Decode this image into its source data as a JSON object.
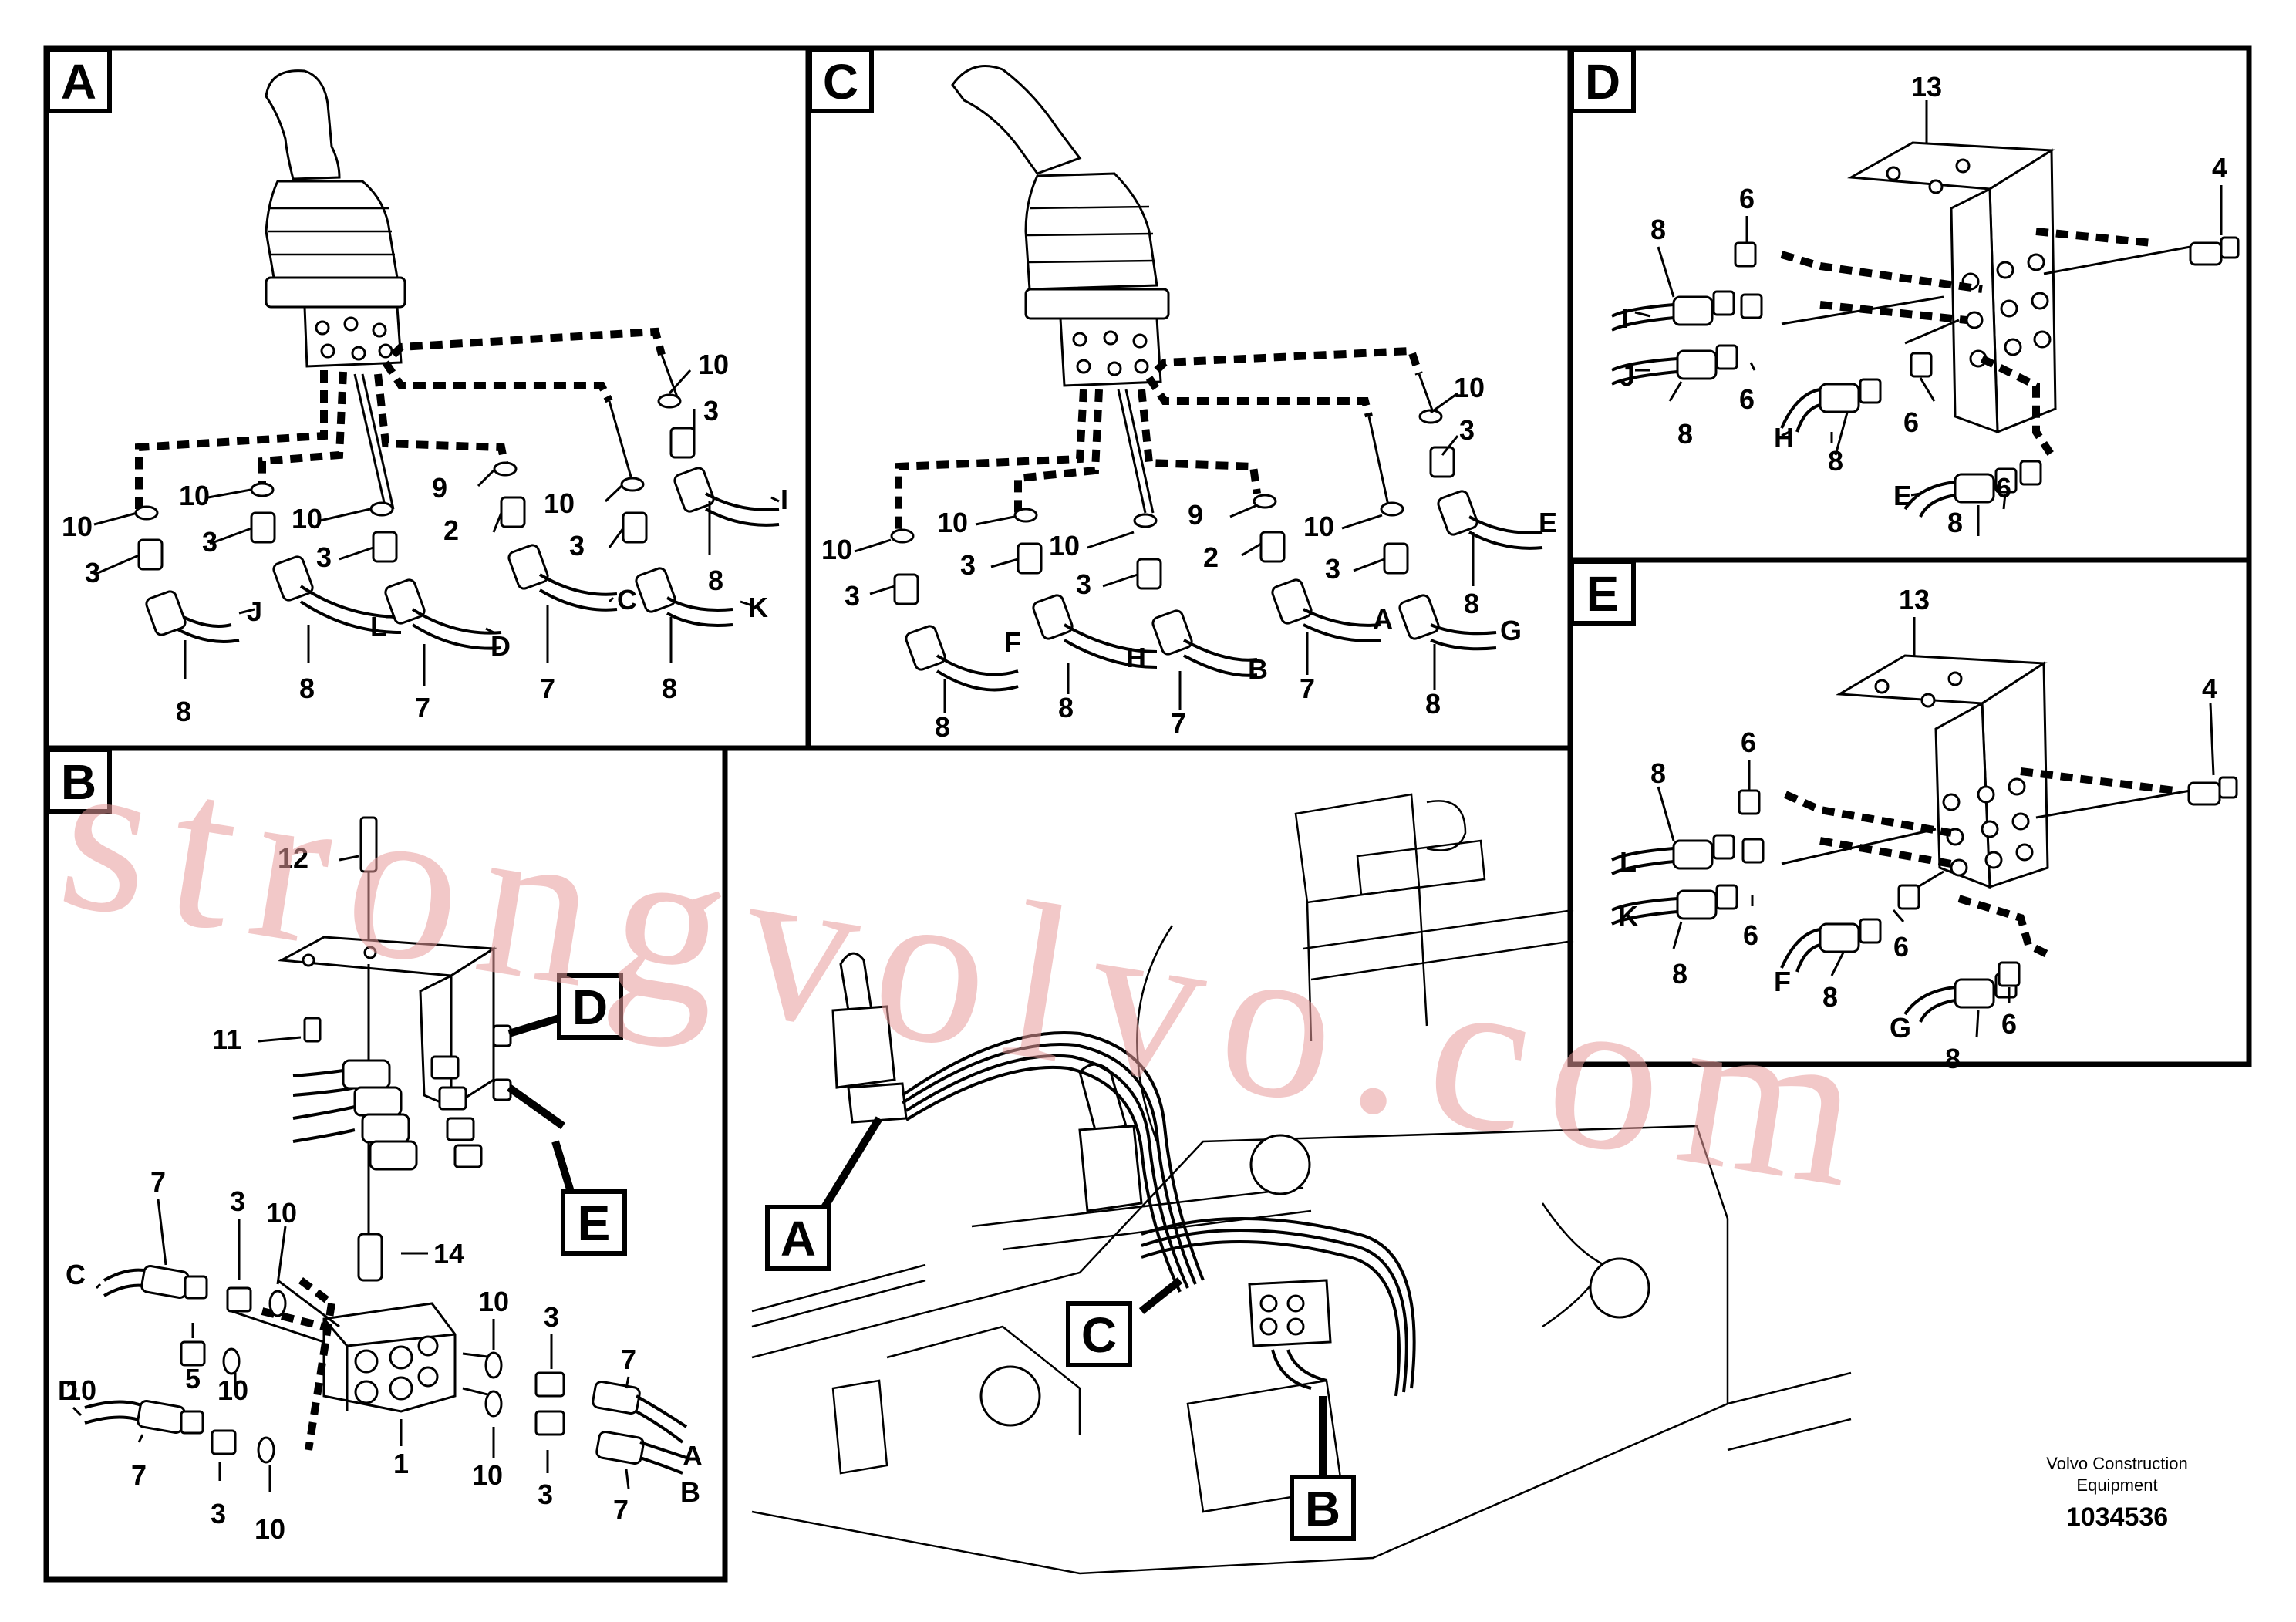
{
  "panels": {
    "A": {
      "tag": "A",
      "labels": {
        "l10a": "10",
        "l10b": "10",
        "l10c": "10",
        "l10d": "10",
        "l10e": "10",
        "l3a": "3",
        "l3b": "3",
        "l3c": "3",
        "l3d": "3",
        "l3e": "3",
        "l9": "9",
        "l2": "2",
        "l8a": "8",
        "l8b": "8",
        "l8c": "8",
        "l8d": "8",
        "l7a": "7",
        "l7b": "7",
        "lJ": "J",
        "lL": "L",
        "lD": "D",
        "lC": "C",
        "lK": "K",
        "lI": "I"
      }
    },
    "C": {
      "tag": "C",
      "labels": {
        "l10a": "10",
        "l10b": "10",
        "l10c": "10",
        "l10d": "10",
        "l10e": "10",
        "l3a": "3",
        "l3b": "3",
        "l3c": "3",
        "l3d": "3",
        "l3e": "3",
        "l9": "9",
        "l2": "2",
        "l8a": "8",
        "l8b": "8",
        "l8c": "8",
        "l8d": "8",
        "l7a": "7",
        "l7b": "7",
        "lF": "F",
        "lH": "H",
        "lB": "B",
        "lA": "A",
        "lG": "G",
        "lE": "E"
      }
    },
    "D": {
      "tag": "D",
      "labels": {
        "l13": "13",
        "l4": "4",
        "l6a": "6",
        "l6b": "6",
        "l6c": "6",
        "l6d": "6",
        "l8a": "8",
        "l8b": "8",
        "l8c": "8",
        "l8d": "8",
        "lI": "I",
        "lJ": "J",
        "lH": "H",
        "lE": "E"
      }
    },
    "E": {
      "tag": "E",
      "labels": {
        "l13": "13",
        "l4": "4",
        "l6a": "6",
        "l6b": "6",
        "l6c": "6",
        "l6d": "6",
        "l8a": "8",
        "l8b": "8",
        "l8c": "8",
        "l8d": "8",
        "lL": "L",
        "lK": "K",
        "lF": "F",
        "lG": "G"
      }
    },
    "B": {
      "tag": "B",
      "labels": {
        "l12": "12",
        "l11": "11",
        "l14": "14",
        "l1": "1",
        "l5": "5",
        "l7a": "7",
        "l7b": "7",
        "l7c": "7",
        "l7d": "7",
        "l3a": "3",
        "l3b": "3",
        "l3c": "3",
        "l3d": "3",
        "l10a": "10",
        "l10b": "10",
        "l10c": "10",
        "l10d": "10",
        "l10e": "10",
        "l10f": "10",
        "lC": "C",
        "lD": "D",
        "lA": "A",
        "lB": "B",
        "refD": "D",
        "refE": "E"
      }
    },
    "overview": {
      "refA": "A",
      "refC": "C",
      "refB": "B"
    }
  },
  "watermark": "strongvolvo.com",
  "credit": {
    "line1": "Volvo Construction",
    "line2": "Equipment",
    "drawing_number": "1034536"
  }
}
